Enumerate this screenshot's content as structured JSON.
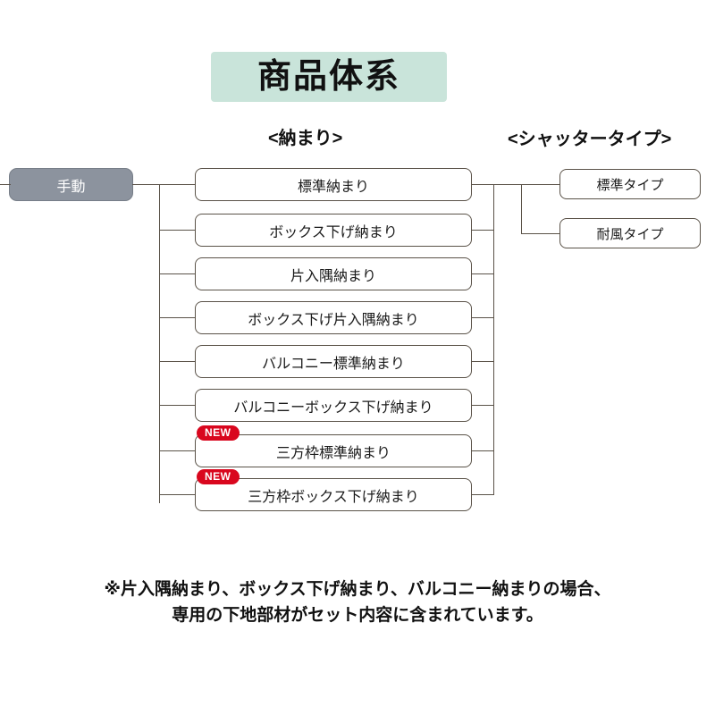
{
  "title": {
    "text": "商品体系",
    "background_color": "#c9e4da"
  },
  "columns": {
    "left_header": "<納まり>",
    "right_header": "<シャッタータイプ>"
  },
  "root": {
    "label": "手動",
    "background_color": "#8c939e",
    "text_color": "#ffffff"
  },
  "badge": {
    "label": "NEW",
    "color": "#d9071e"
  },
  "osamari_nodes": [
    {
      "label": "標準納まり",
      "new": false
    },
    {
      "label": "ボックス下げ納まり",
      "new": false
    },
    {
      "label": "片入隅納まり",
      "new": false
    },
    {
      "label": "ボックス下げ片入隅納まり",
      "new": false
    },
    {
      "label": "バルコニー標準納まり",
      "new": false
    },
    {
      "label": "バルコニーボックス下げ納まり",
      "new": false
    },
    {
      "label": "三方枠標準納まり",
      "new": true
    },
    {
      "label": "三方枠ボックス下げ納まり",
      "new": true
    }
  ],
  "shutter_nodes": [
    {
      "label": "標準タイプ"
    },
    {
      "label": "耐風タイプ"
    }
  ],
  "footnote": {
    "line1": "※片入隅納まり、ボックス下げ納まり、バルコニー納まりの場合、",
    "line2": "専用の下地部材がセット内容に含まれています。"
  }
}
